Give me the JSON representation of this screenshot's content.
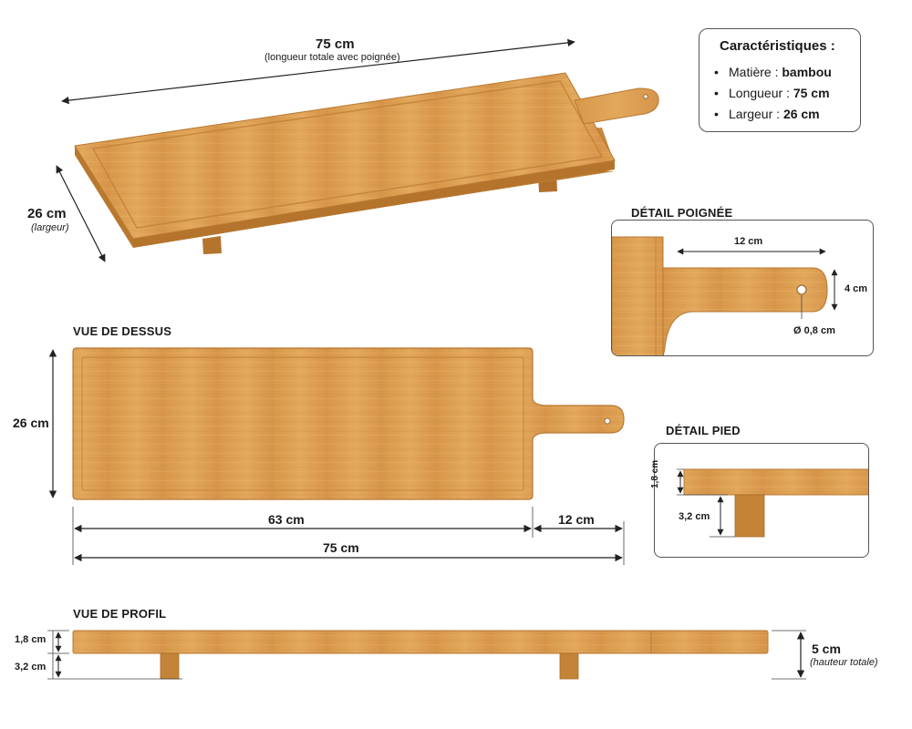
{
  "specs": {
    "title": "Caractéristiques :",
    "items": [
      {
        "label": "Matière : ",
        "value": "bambou"
      },
      {
        "label": "Longueur : ",
        "value": "75 cm"
      },
      {
        "label": "Largeur : ",
        "value": "26 cm"
      }
    ]
  },
  "perspective": {
    "length": "75 cm",
    "length_note": "(longueur totale avec poignée)",
    "width": "26 cm",
    "width_note": "(largeur)"
  },
  "handle_detail": {
    "title": "DÉTAIL POIGNÉE",
    "length": "12 cm",
    "width": "4 cm",
    "hole": "Ø 0,8 cm"
  },
  "top_view": {
    "title": "VUE DE DESSUS",
    "width": "26 cm",
    "board_length": "63 cm",
    "handle_length": "12 cm",
    "total_length": "75 cm"
  },
  "foot_detail": {
    "title": "DÉTAIL PIED",
    "thickness": "1,8 cm",
    "foot_height": "3,2 cm"
  },
  "profile_view": {
    "title": "VUE DE PROFIL",
    "thickness": "1,8 cm",
    "foot_height": "3,2 cm",
    "total_height": "5 cm",
    "total_height_note": "(hauteur totale)"
  },
  "colors": {
    "bamboo": "#d99a4a",
    "bamboo_dark": "#b87a30",
    "bamboo_light": "#e8b26a",
    "line": "#222222"
  }
}
